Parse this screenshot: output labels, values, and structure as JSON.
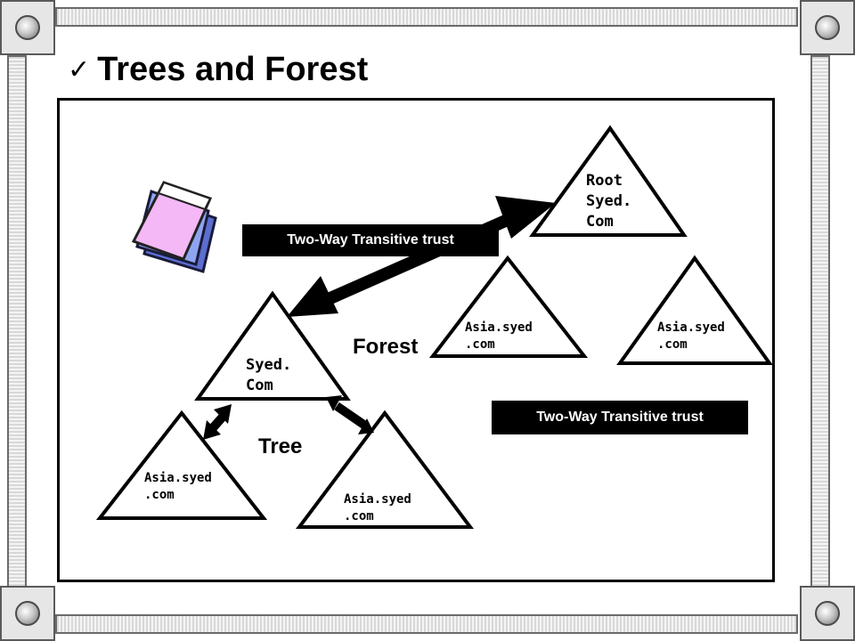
{
  "title": "Trees and Forest",
  "check_mark": "✓",
  "labels": {
    "forest": "Forest",
    "tree": "Tree",
    "trust_top": "Two-Way Transitive trust",
    "trust_right": "Two-Way Transitive trust"
  },
  "triangles": {
    "root": [
      "Root",
      "Syed.",
      "Com"
    ],
    "syed": [
      "Syed.",
      "Com"
    ],
    "asia_mid": [
      "Asia.syed",
      ".com"
    ],
    "asia_right": [
      "Asia.syed",
      ".com"
    ],
    "asia_left": [
      "Asia.syed",
      ".com"
    ],
    "asia_bottom": [
      "Asia.syed",
      ".com"
    ]
  },
  "icons": {
    "clip": "document-stack-icon"
  },
  "colors": {
    "frame": "#6a6a6a",
    "badge_bg": "#000000",
    "badge_text": "#ffffff",
    "icon_pink": "#f3b8f5",
    "icon_blue": "#6f86d9"
  }
}
